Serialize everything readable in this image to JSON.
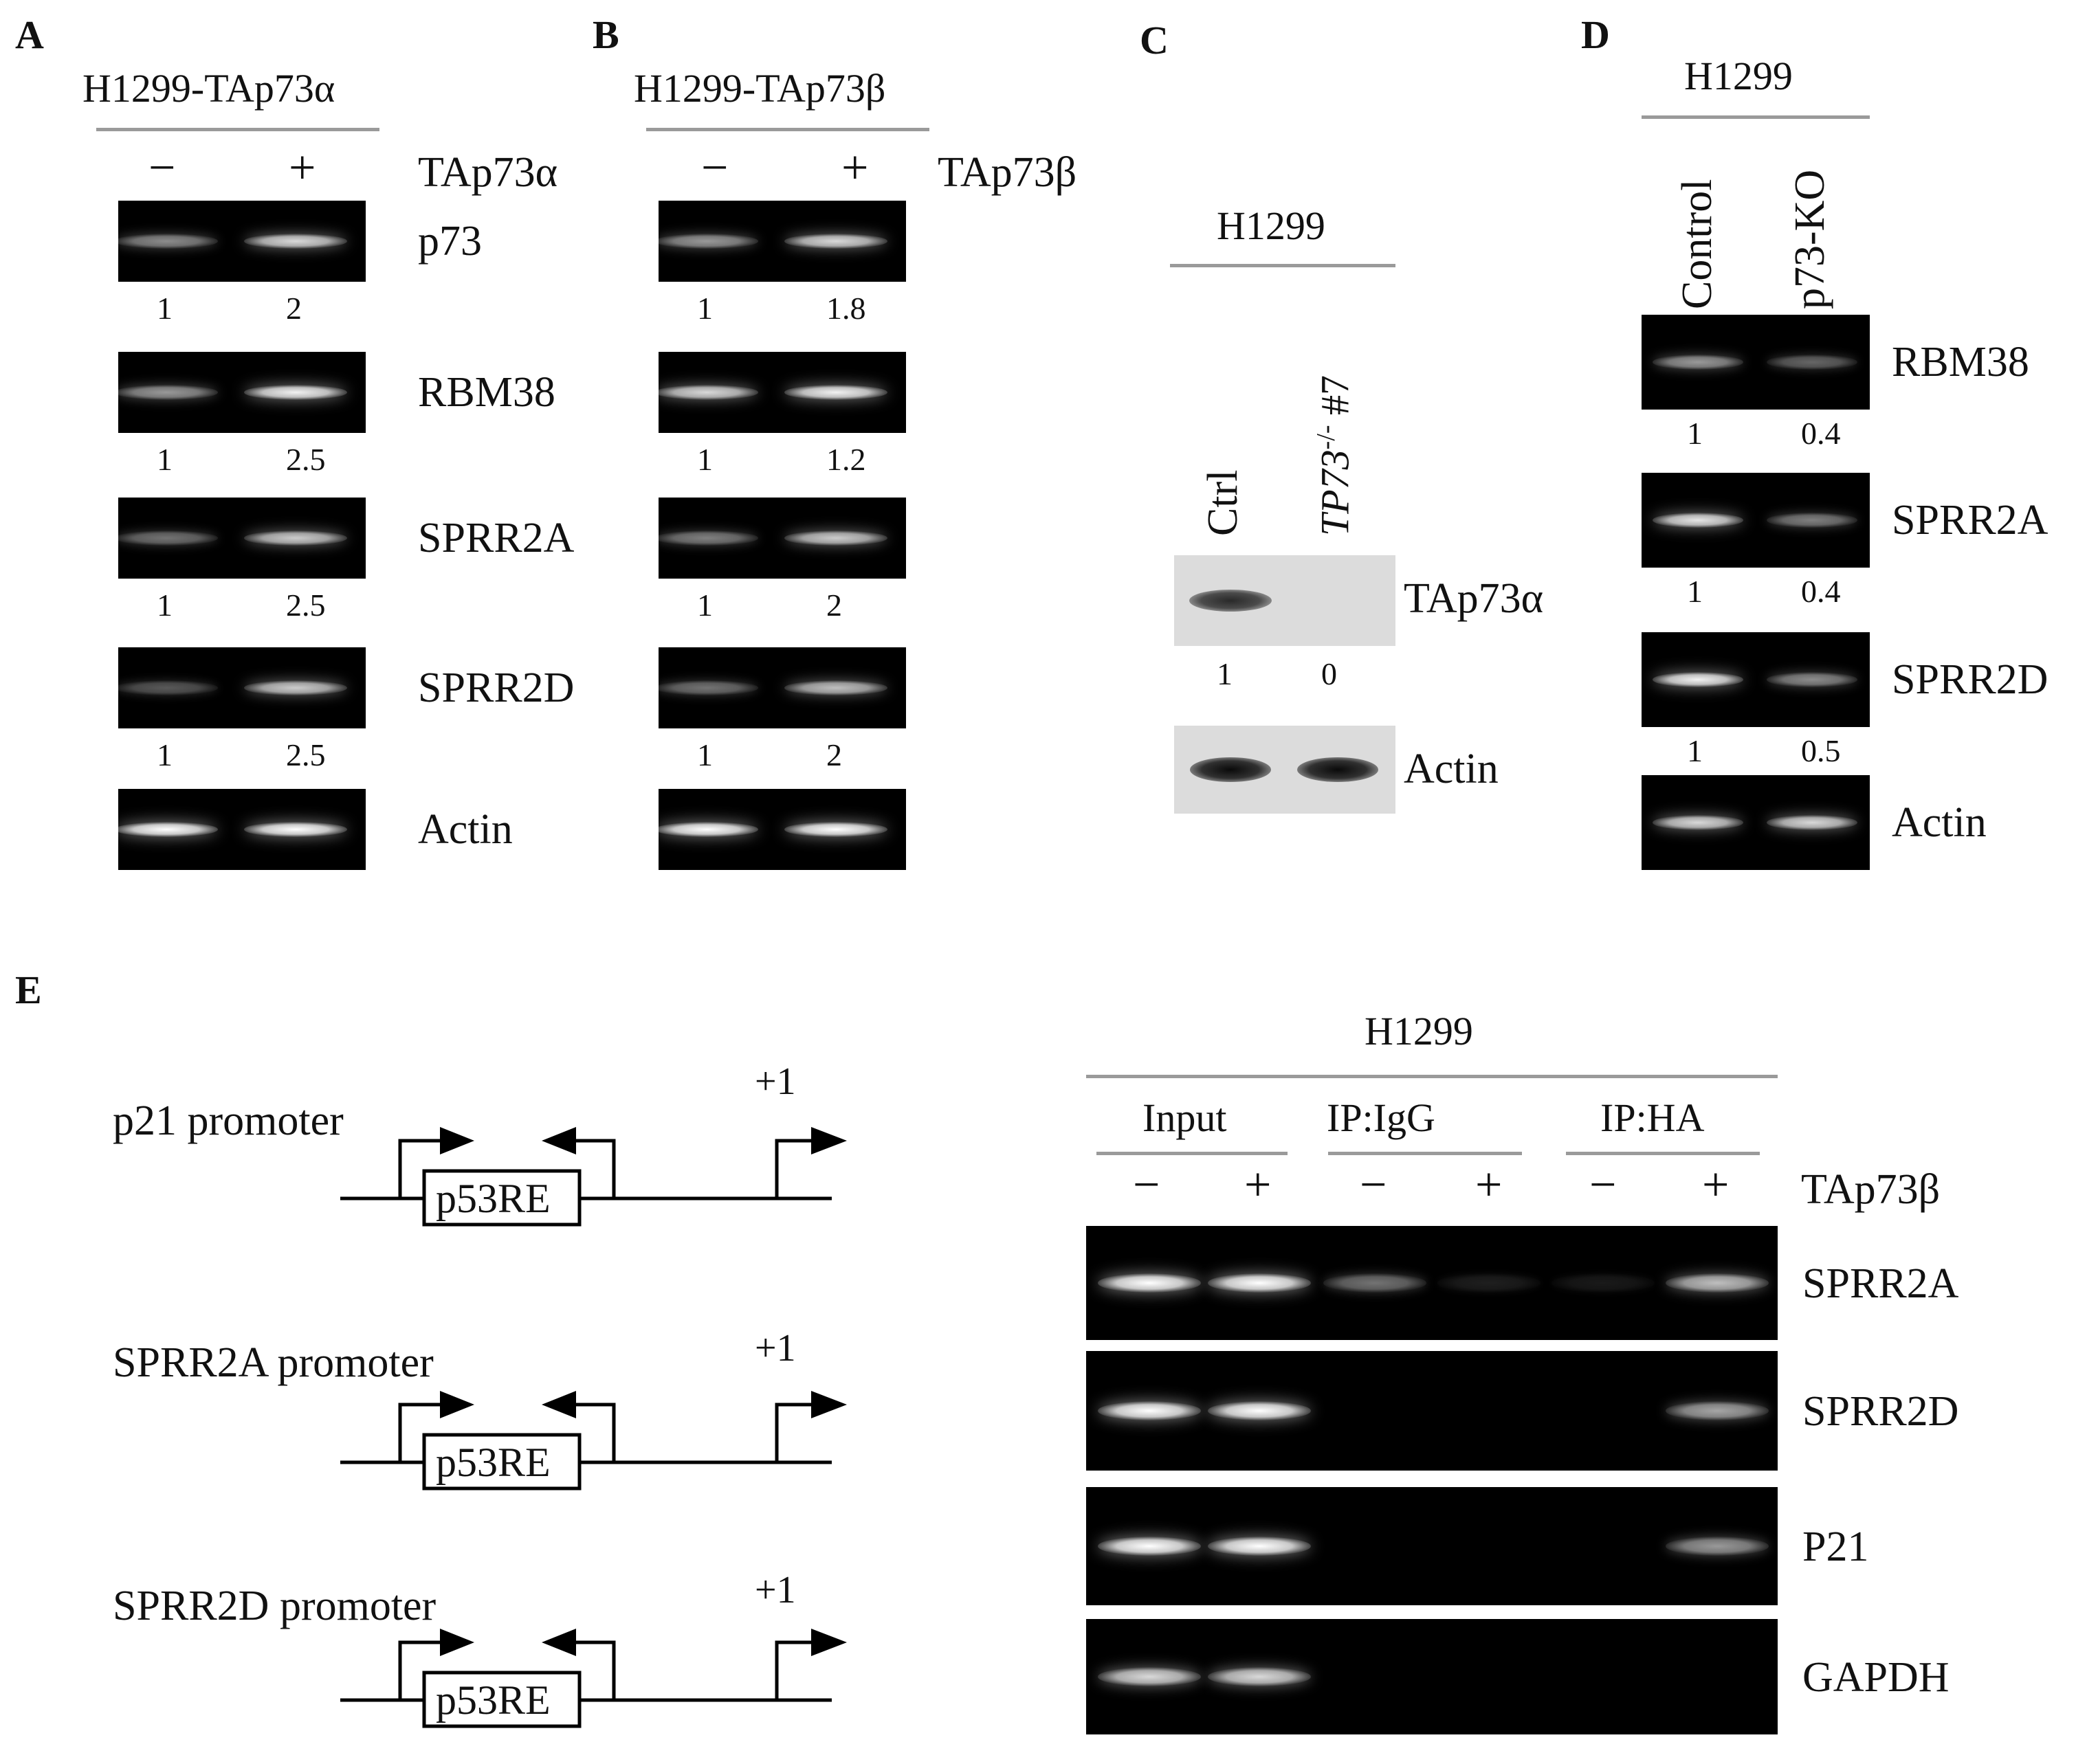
{
  "panels": {
    "A": {
      "letter": "A",
      "header": "H1299-TAp73α",
      "signs": [
        "−",
        "+"
      ],
      "condition": "TAp73α",
      "genes": [
        {
          "name": "p73",
          "quant": [
            "1",
            "2"
          ],
          "intensity": [
            0.55,
            0.85
          ]
        },
        {
          "name": "RBM38",
          "quant": [
            "1",
            "2.5"
          ],
          "intensity": [
            0.6,
            0.95
          ]
        },
        {
          "name": "SPRR2A",
          "quant": [
            "1",
            "2.5"
          ],
          "intensity": [
            0.45,
            0.8
          ]
        },
        {
          "name": "SPRR2D",
          "quant": [
            "1",
            "2.5"
          ],
          "intensity": [
            0.35,
            0.8
          ]
        },
        {
          "name": "Actin",
          "quant": [],
          "intensity": [
            1.0,
            1.0
          ]
        }
      ]
    },
    "B": {
      "letter": "B",
      "header": "H1299-TAp73β",
      "signs": [
        "−",
        "+"
      ],
      "condition": "TAp73β",
      "genes": [
        {
          "name": "p73",
          "quant": [
            "1",
            "1.8"
          ],
          "intensity": [
            0.6,
            0.85
          ]
        },
        {
          "name": "RBM38",
          "quant": [
            "1",
            "1.2"
          ],
          "intensity": [
            0.85,
            0.95
          ]
        },
        {
          "name": "SPRR2A",
          "quant": [
            "1",
            "2"
          ],
          "intensity": [
            0.5,
            0.8
          ]
        },
        {
          "name": "SPRR2D",
          "quant": [
            "1",
            "2"
          ],
          "intensity": [
            0.45,
            0.75
          ]
        },
        {
          "name": "Actin",
          "quant": [],
          "intensity": [
            1.0,
            1.0
          ]
        }
      ]
    },
    "C": {
      "letter": "C",
      "header": "H1299",
      "lanes": [
        "Ctrl",
        "TP73",
        "-/-",
        " #7"
      ],
      "proteins": [
        {
          "name": "TAp73α",
          "quant": [
            "1",
            "0"
          ],
          "intensity": [
            0.85,
            0.0
          ]
        },
        {
          "name": "Actin",
          "quant": [],
          "intensity": [
            1.0,
            1.0
          ]
        }
      ]
    },
    "D": {
      "letter": "D",
      "header": "H1299",
      "lanes": [
        "Control",
        "p73-KO"
      ],
      "genes": [
        {
          "name": "RBM38",
          "quant": [
            "1",
            "0.4"
          ],
          "intensity": [
            0.6,
            0.4
          ]
        },
        {
          "name": "SPRR2A",
          "quant": [
            "1",
            "0.4"
          ],
          "intensity": [
            0.9,
            0.5
          ]
        },
        {
          "name": "SPRR2D",
          "quant": [
            "1",
            "0.5"
          ],
          "intensity": [
            0.95,
            0.55
          ]
        },
        {
          "name": "Actin",
          "quant": [],
          "intensity": [
            0.85,
            0.85
          ]
        }
      ]
    },
    "E": {
      "letter": "E",
      "promoters": [
        {
          "title": "p21 promoter",
          "box": "p53RE",
          "tss": "+1"
        },
        {
          "title": "SPRR2A promoter",
          "box": "p53RE",
          "tss": "+1"
        },
        {
          "title": "SPRR2D promoter",
          "box": "p53RE",
          "tss": "+1"
        }
      ],
      "header": "H1299",
      "groups": [
        "Input",
        "IP:IgG",
        "IP:HA"
      ],
      "signs": [
        "−",
        "+",
        "−",
        "+",
        "−",
        "+"
      ],
      "condition": "TAp73β",
      "genes": [
        {
          "name": "SPRR2A",
          "intensity": [
            1.0,
            1.0,
            0.45,
            0.12,
            0.1,
            0.75
          ]
        },
        {
          "name": "SPRR2D",
          "intensity": [
            1.0,
            1.0,
            0.0,
            0.0,
            0.0,
            0.65
          ]
        },
        {
          "name": "P21",
          "intensity": [
            1.0,
            1.0,
            0.0,
            0.0,
            0.0,
            0.6
          ]
        },
        {
          "name": "GAPDH",
          "intensity": [
            0.85,
            0.85,
            0.0,
            0.0,
            0.0,
            0.0
          ]
        }
      ]
    }
  }
}
